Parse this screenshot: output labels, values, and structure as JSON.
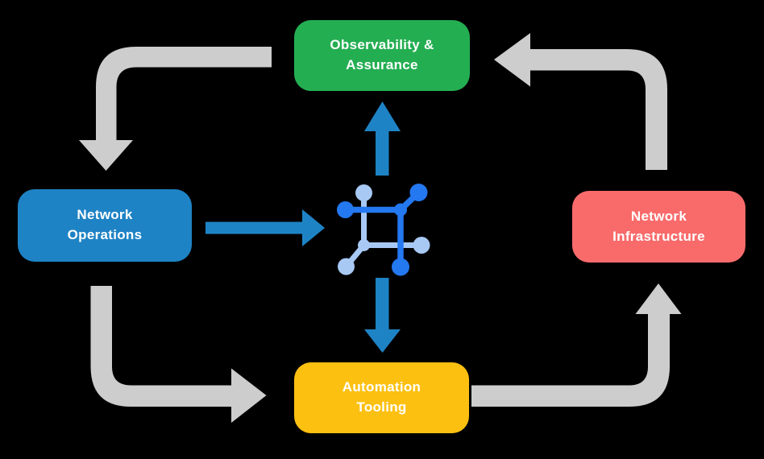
{
  "canvas": {
    "bg": "#000000",
    "text_color": "#FFFFFF"
  },
  "nodes": {
    "observability": {
      "label": "Observability &\nAssurance",
      "color": "#24AE52"
    },
    "operations": {
      "label": "Network\nOperations",
      "color": "#1E83C5"
    },
    "infrastructure": {
      "label": "Network\nInfrastructure",
      "color": "#F96B6B"
    },
    "automation": {
      "label": "Automation\nTooling",
      "color": "#FCC011"
    }
  },
  "arrows": {
    "cycle_color": "#CDCDCD",
    "flow_color": "#1E83C5"
  },
  "icon": {
    "name": "network-mesh",
    "dark": "#2478F0",
    "light": "#A8C9F4"
  }
}
